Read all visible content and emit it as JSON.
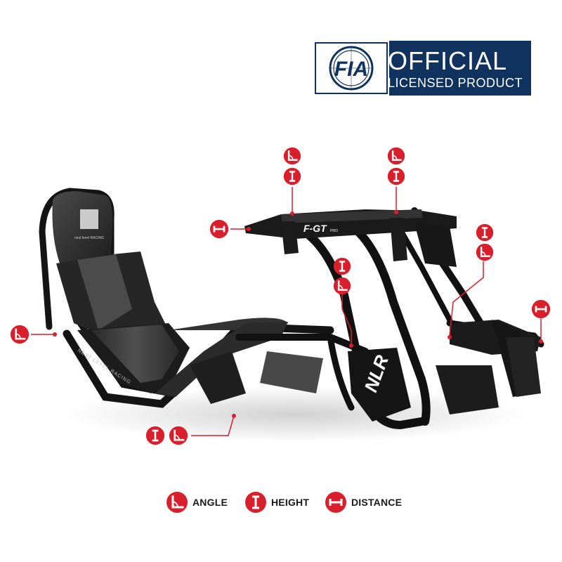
{
  "badge": {
    "line1": "OFFICIAL",
    "line2": "LICENSED PRODUCT",
    "logo_text": "FIA",
    "background_color": "#10325e",
    "logo_icon": "fia-globe-logo"
  },
  "product": {
    "seat_brand_text": "next level RACING",
    "frame_brand_text": "NEXT LEVEL RACING",
    "model_text": "F-GT",
    "model_suffix": "PRO",
    "logo_text": "NLR"
  },
  "legend": {
    "angle": "ANGLE",
    "height": "HEIGHT",
    "distance": "DISTANCE"
  },
  "colors": {
    "marker_red": "#d81f2b",
    "frame_black": "#141414",
    "seat_gray": "#3a3a3a"
  },
  "icons": {
    "angle": "angle-icon",
    "height": "height-icon",
    "distance": "distance-icon"
  }
}
